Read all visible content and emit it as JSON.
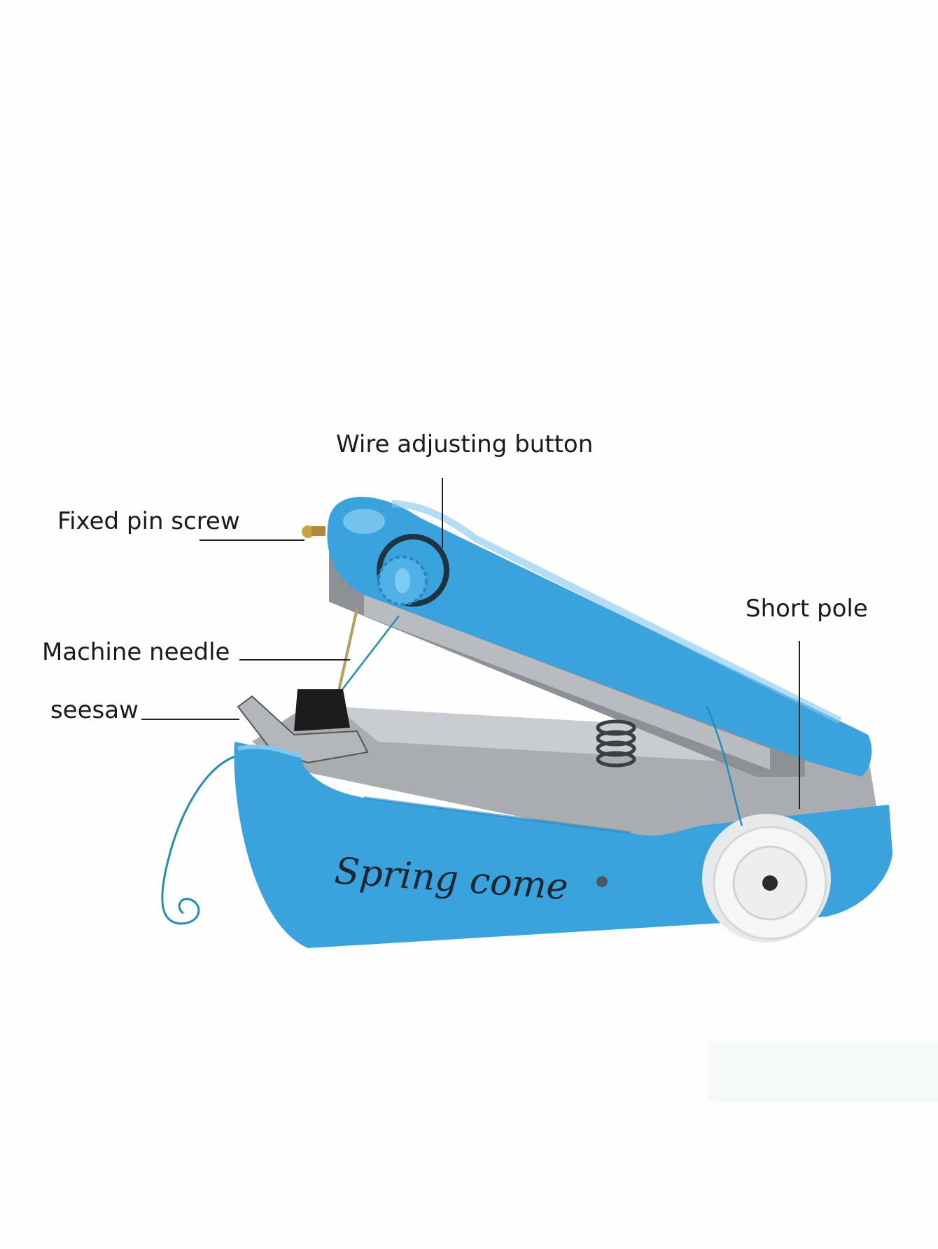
{
  "figure": {
    "subject": "Handheld mini sewing machine",
    "brand_print": "Spring come",
    "colors": {
      "body": "#3aa3dd",
      "body_dark": "#2a86c0",
      "metal": "#9ea3a8",
      "spool": "#f2f2f2",
      "thread": "#1e8fb5",
      "text": "#1a1a1a",
      "background": "#fefefe"
    }
  },
  "callouts": [
    {
      "id": "wire-adjusting-button",
      "label": "Wire adjusting button"
    },
    {
      "id": "fixed-pin-screw",
      "label": "Fixed pin screw"
    },
    {
      "id": "short-pole",
      "label": "Short pole"
    },
    {
      "id": "machine-needle",
      "label": "Machine needle"
    },
    {
      "id": "seesaw",
      "label": "seesaw"
    }
  ]
}
